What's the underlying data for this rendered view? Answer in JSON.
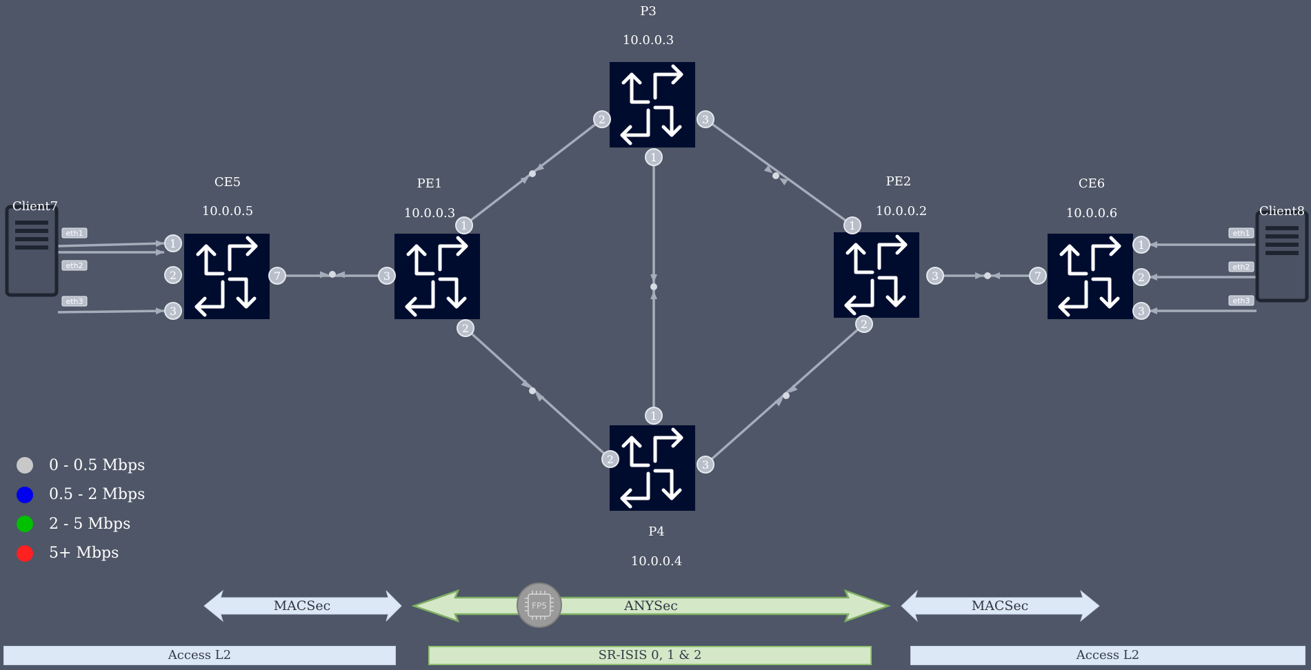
{
  "nodes": {
    "p3": {
      "name": "P3",
      "ip": "10.0.0.3"
    },
    "ce5": {
      "name": "CE5",
      "ip": "10.0.0.5"
    },
    "pe1": {
      "name": "PE1",
      "ip": "10.0.0.3"
    },
    "pe2": {
      "name": "PE2",
      "ip": "10.0.0.2"
    },
    "ce6": {
      "name": "CE6",
      "ip": "10.0.0.6"
    },
    "p4": {
      "name": "P4",
      "ip": "10.0.0.4"
    },
    "client7": {
      "name": "Client7"
    },
    "client8": {
      "name": "Client8"
    }
  },
  "ports": {
    "ce5": [
      "1",
      "2",
      "3",
      "7"
    ],
    "pe1": [
      "1",
      "2",
      "3"
    ],
    "p3": [
      "1",
      "2",
      "3"
    ],
    "pe2": [
      "1",
      "2",
      "3"
    ],
    "p4": [
      "1",
      "2",
      "3"
    ],
    "ce6": [
      "1",
      "2",
      "3",
      "7"
    ]
  },
  "interfaces": {
    "client7": [
      "eth1",
      "eth2",
      "eth3"
    ],
    "client8": [
      "eth1",
      "eth2",
      "eth3"
    ]
  },
  "legend": [
    {
      "label": "0 - 0.5 Mbps",
      "color": "#c8c8c8"
    },
    {
      "label": "0.5 - 2 Mbps",
      "color": "#0000ee"
    },
    {
      "label": "2 - 5 Mbps",
      "color": "#00c000"
    },
    {
      "label": "5+ Mbps",
      "color": "#ff2020"
    }
  ],
  "segments": {
    "macsec_left": "MACSec",
    "anysec": "ANYSec",
    "macsec_right": "MACSec",
    "fp5_chip": "FP5"
  },
  "bars": {
    "left": "Access L2",
    "middle": "SR-ISIS 0, 1 & 2",
    "right": "Access  L2"
  },
  "colors": {
    "background": "#4e5667",
    "router": "#000c2e",
    "link": "#a5adbb",
    "port": "#b8bfcb",
    "macsec": "#dde8f6",
    "anysec": "#d4e8c8"
  }
}
